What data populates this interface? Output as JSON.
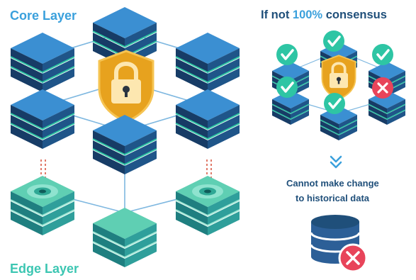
{
  "labels": {
    "core_layer": "Core Layer",
    "edge_layer": "Edge Layer",
    "headline_prefix": "If not ",
    "headline_pct": "100%",
    "headline_suffix": " consensus",
    "message_line1": "Cannot make change",
    "message_line2": "to historical data"
  },
  "colors": {
    "core_top": "#3b8fd2",
    "core_side": "#173c66",
    "edge_top": "#5fcfb3",
    "edge_side": "#1f7f80",
    "lock_gold": "#f2b230",
    "check_green": "#2ec5a4",
    "cross_red": "#e8445a",
    "headline_blue": "#1f4f7a",
    "accent_blue": "#3aa0dc"
  },
  "icons": [
    "padlock-icon",
    "shield-icon",
    "checkmark-icon",
    "cross-icon",
    "database-icon",
    "chevron-down-icon"
  ],
  "consensus": {
    "approved_nodes": 5,
    "rejected_nodes": 1
  }
}
